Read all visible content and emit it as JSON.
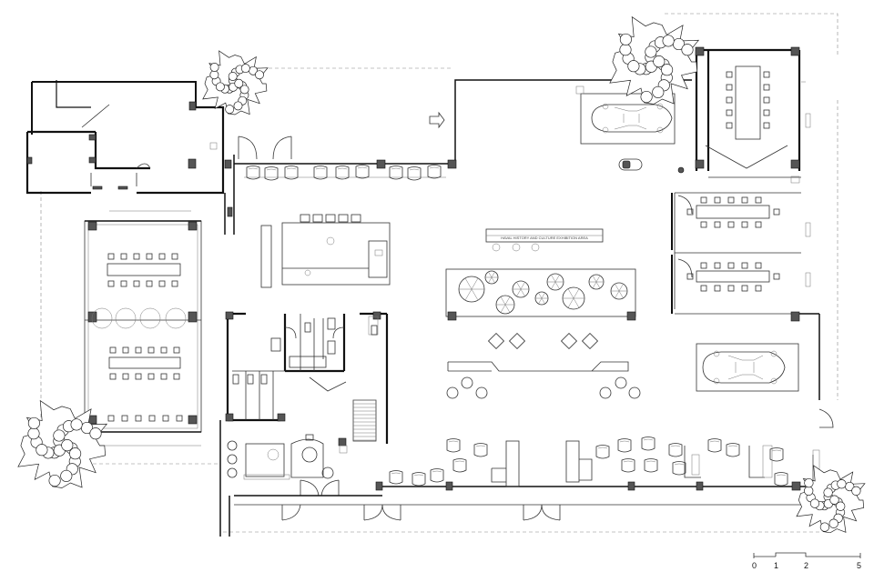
{
  "drawing": {
    "type": "architectural floor plan"
  },
  "scale_bar": {
    "labels": [
      "0",
      "1",
      "2",
      "5"
    ]
  },
  "sign_text": "HAVAL HISTORY AND CULTURE EXHIBITION AREA"
}
